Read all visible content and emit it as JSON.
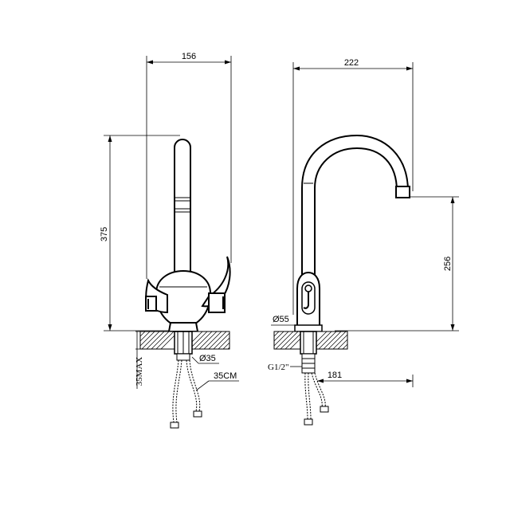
{
  "front_view": {
    "width_dim": "156",
    "height_dim": "375",
    "hole_dim": "Ø35",
    "max_thickness_dim": "35MAX",
    "hose_dim": "35CM"
  },
  "side_view": {
    "reach_dim": "222",
    "spout_height_dim": "256",
    "base_dia_dim": "Ø55",
    "thread_dim": "G1/2\"",
    "inlet_offset_dim": "181"
  }
}
